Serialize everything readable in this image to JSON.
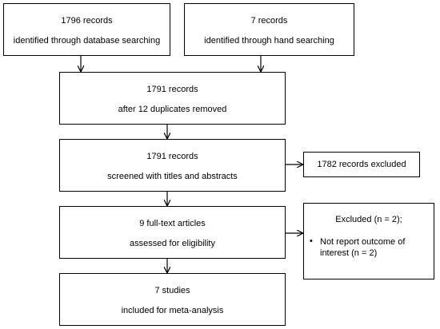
{
  "boxes": {
    "db_search": {
      "line1": "1796 records",
      "line2": "identified  through database searching"
    },
    "hand_search": {
      "line1": "7 records",
      "line2": "identified  through hand searching"
    },
    "duplicates": {
      "line1": "1791 records",
      "line2": "after 12 duplicates removed"
    },
    "screened": {
      "line1": "1791 records",
      "line2": "screened with titles and abstracts"
    },
    "fulltext": {
      "line1": "9 full-text articles",
      "line2": "assessed for eligibility"
    },
    "included": {
      "line1": "7 studies",
      "line2": "included for meta-analysis"
    }
  },
  "exclusions": {
    "excluded_screen": {
      "text": "1782 records excluded"
    },
    "excluded_fulltext": {
      "header": "Excluded (n = 2);",
      "bullet": "•",
      "reason": "Not report outcome of interest (n = 2)"
    }
  }
}
